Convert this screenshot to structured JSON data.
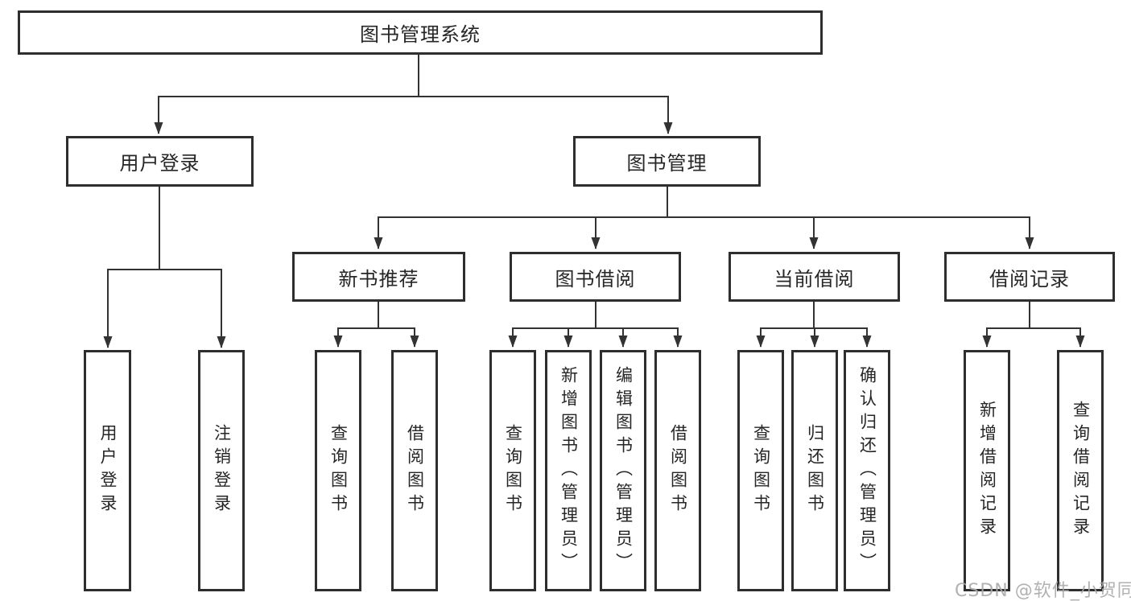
{
  "diagram_title": "图书管理系统",
  "nodes": {
    "root": "图书管理系统",
    "user_login": "用户登录",
    "book_mgmt": "图书管理",
    "new_books": "新书推荐",
    "book_borrow": "图书借阅",
    "current_borrow": "当前借阅",
    "borrow_records": "借阅记录",
    "leaf_user_login": "用户登录",
    "leaf_logout": "注销登录",
    "leaf_query_books_nb": "查询图书",
    "leaf_borrow_books_nb": "借阅图书",
    "leaf_query_books_bb": "查询图书",
    "leaf_add_books": "新增图书（管理员）",
    "leaf_edit_books": "编辑图书（管理员）",
    "leaf_borrow_books_bb": "借阅图书",
    "leaf_query_books_cb": "查询图书",
    "leaf_return_books": "归还图书",
    "leaf_confirm_return": "确认归还（管理员）",
    "leaf_add_record": "新增借阅记录",
    "leaf_query_record": "查询借阅记录"
  },
  "hierarchy": {
    "图书管理系统": {
      "用户登录": [
        "用户登录",
        "注销登录"
      ],
      "图书管理": {
        "新书推荐": [
          "查询图书",
          "借阅图书"
        ],
        "图书借阅": [
          "查询图书",
          "新增图书（管理员）",
          "编辑图书（管理员）",
          "借阅图书"
        ],
        "当前借阅": [
          "查询图书",
          "归还图书",
          "确认归还（管理员）"
        ],
        "借阅记录": [
          "新增借阅记录",
          "查询借阅记录"
        ]
      }
    }
  },
  "watermark": "CSDN @软件_小贺同学",
  "colors": {
    "line": "#333333",
    "box_border": "#2e2e2e",
    "box_fill": "#ffffff",
    "text": "#262626",
    "watermark": "#a8a8a8",
    "background": "#ffffff"
  }
}
